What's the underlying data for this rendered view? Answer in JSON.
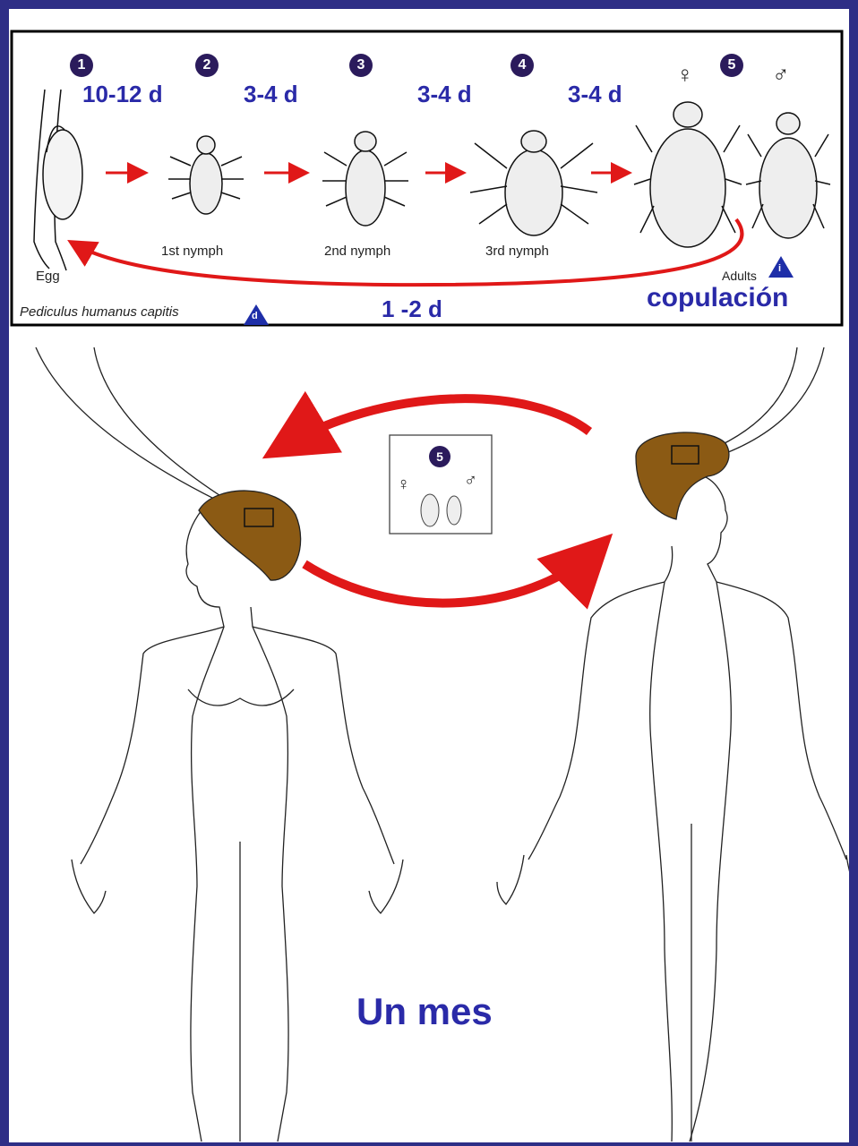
{
  "lifecycle": {
    "stage_numbers": [
      "1",
      "2",
      "3",
      "4",
      "5"
    ],
    "durations": [
      "10-12 d",
      "3-4 d",
      "3-4 d",
      "3-4 d"
    ],
    "return_duration": "1 -2 d",
    "stages": [
      "Egg",
      "1st nymph",
      "2nd nymph",
      "3rd nymph",
      "Adults"
    ],
    "copulation": "copulación",
    "species": "Pediculus humanus capitis",
    "species_marker": "d",
    "adults_marker": "i",
    "female_symbol": "♀",
    "male_symbol": "♂"
  },
  "transmission": {
    "inset_number": "5",
    "female_symbol": "♀",
    "male_symbol": "♂",
    "caption": "Un mes"
  },
  "colors": {
    "frame": "#2e2e86",
    "arrow": "#e01818",
    "hair": "#8b5a14",
    "label_blue": "#2a2aa8",
    "badge": "#2b1b5c"
  }
}
